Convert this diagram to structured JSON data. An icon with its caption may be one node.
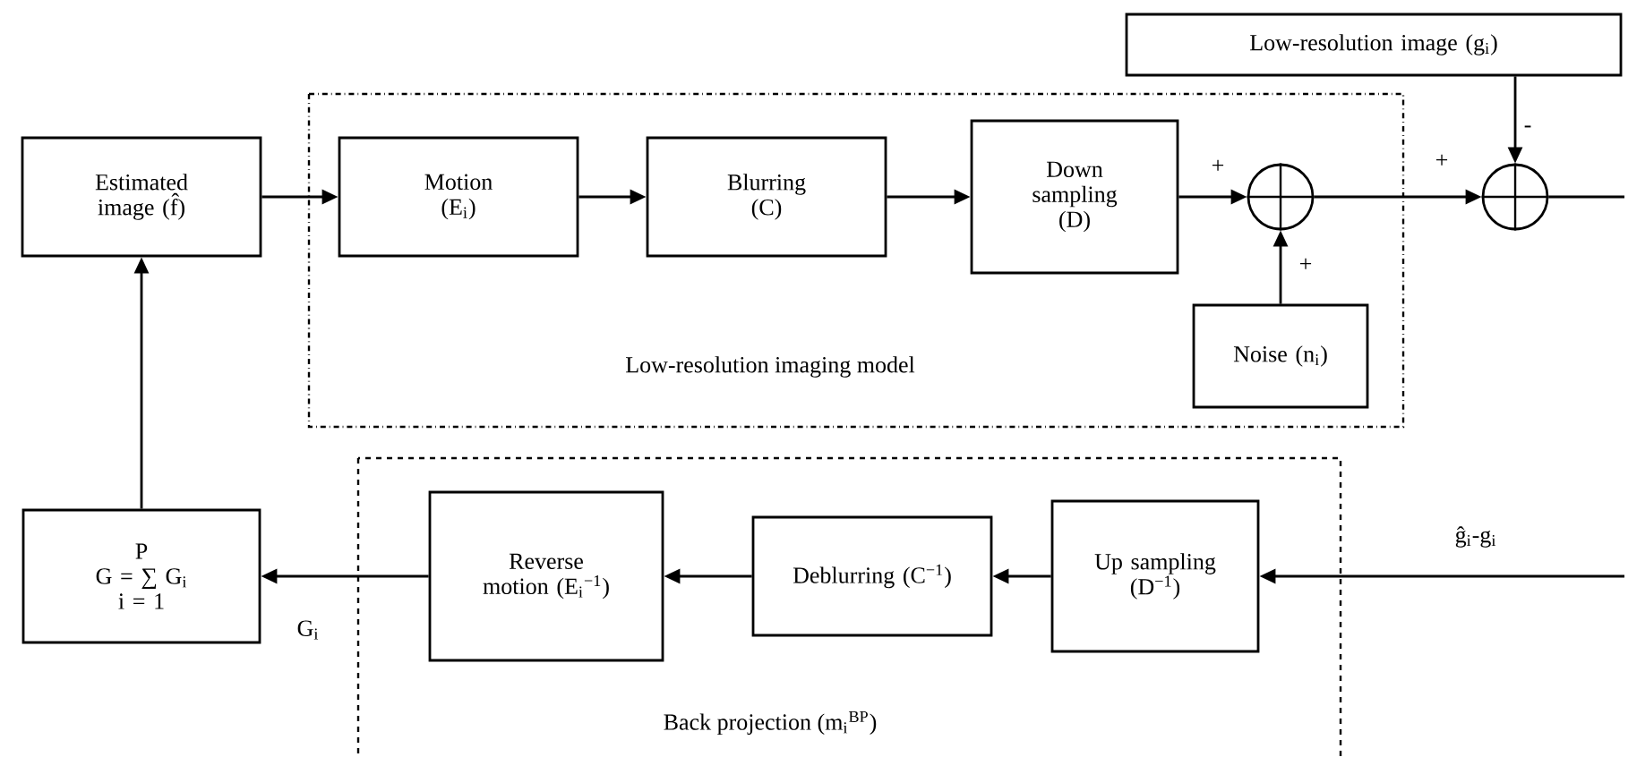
{
  "diagram": {
    "nodes": [
      {
        "text": [
          "Estimated image (f̂)"
        ]
      },
      {
        "text": [
          "Low-resolution imaging model"
        ]
      },
      {
        "text": [
          "Motion (E$_{i}$)"
        ],
        "in": 1
      },
      {
        "text": [
          "Blurring (C)"
        ],
        "in": 1
      },
      {
        "text": [
          "Down sampling (D)"
        ],
        "in": 1
      },
      {
        "text": [],
        "shape": "circle",
        "in": 1
      },
      {
        "text": [
          "Noise (n$_{i}$)"
        ],
        "in": 1
      },
      {
        "text": [
          "Low-resolution image (g$_{i}$)"
        ]
      },
      {
        "text": [],
        "shape": "circle"
      },
      {
        "text": [
          "P",
          "G = ∑ G$_{i}$",
          "i = 1"
        ]
      },
      {
        "text": [
          "Back projection (m$_{i}$$^{BP}$)"
        ]
      },
      {
        "text": [
          "Reverse motion (E$_{i}$$^{−1}$)"
        ],
        "in": 10
      },
      {
        "text": [
          "Deblurring (C$^{−1}$)"
        ],
        "in": 10
      },
      {
        "text": [
          "Up sampling (D$^{−1}$)"
        ],
        "in": 10
      }
    ],
    "edges": [
      {
        "from": 0,
        "to": 2,
        "arrow": "to"
      },
      {
        "from": 2,
        "to": 3,
        "arrow": "to"
      },
      {
        "from": 3,
        "to": 4,
        "arrow": "to"
      },
      {
        "from": 4,
        "to": 5,
        "arrow": "to",
        "label": "+"
      },
      {
        "from": 6,
        "to": 5,
        "arrow": "to",
        "label": "+"
      },
      {
        "from": 5,
        "to": 8,
        "arrow": "to",
        "label": "+"
      },
      {
        "from": 7,
        "to": 8,
        "arrow": "to",
        "label": "-"
      },
      {
        "from": 8,
        "to": null,
        "arrow": "none"
      },
      {
        "from": null,
        "to": 13,
        "arrow": "to",
        "label": "ĝ$_{i}$-g$_{i}$"
      },
      {
        "from": 13,
        "to": 12,
        "arrow": "to"
      },
      {
        "from": 12,
        "to": 11,
        "arrow": "to"
      },
      {
        "from": 11,
        "to": 9,
        "arrow": "to",
        "label": "G$_{i}$"
      },
      {
        "from": 9,
        "to": 0,
        "arrow": "to"
      }
    ]
  }
}
